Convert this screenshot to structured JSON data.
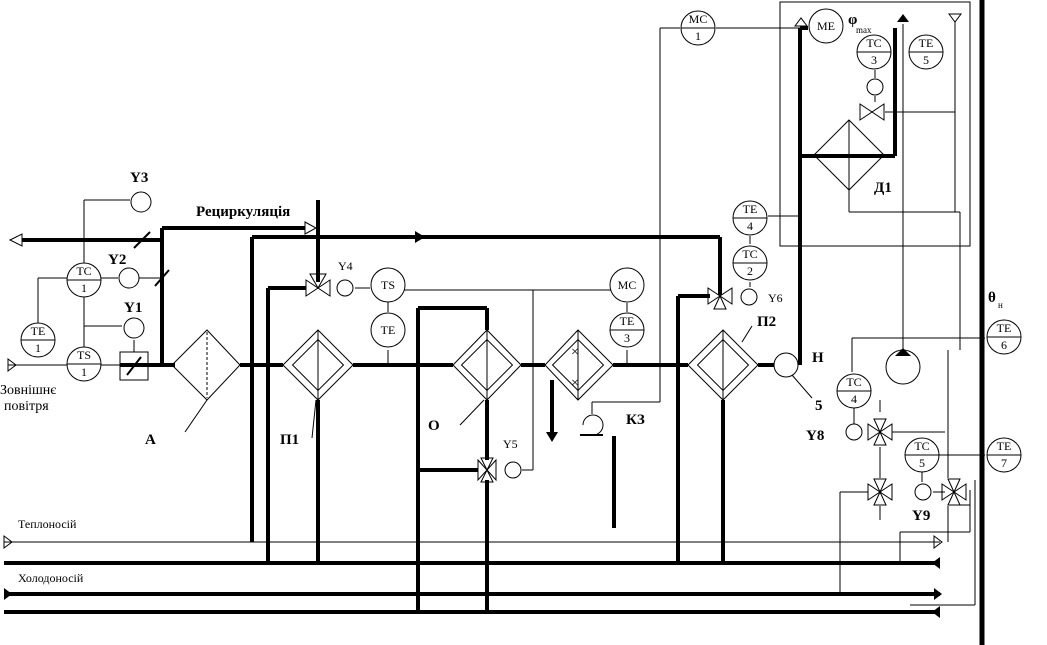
{
  "labels": {
    "recirculation": "Рециркуляція",
    "outdoor_air_1": "Зовнішнє",
    "outdoor_air_2": "повітря",
    "heat_carrier": "Теплоносій",
    "cold_carrier": "Холодоносій",
    "theta_main": "θ",
    "theta_sub": "н",
    "phi_main": "φ",
    "phi_sub": "max"
  },
  "units": {
    "A": "А",
    "P1": "П1",
    "P2": "П2",
    "O": "О",
    "KZ": "КЗ",
    "D1": "Д1",
    "H": "Н",
    "num5": "5"
  },
  "actuators": {
    "Y1": "Y1",
    "Y2": "Y2",
    "Y3": "Y3",
    "Y4": "Y4",
    "Y5": "Y5",
    "Y6": "Y6",
    "Y8": "Y8",
    "Y9": "Y9"
  },
  "instruments": {
    "te1": {
      "a": "TE",
      "b": "1"
    },
    "tc1": {
      "a": "TC",
      "b": "1"
    },
    "ts1": {
      "a": "TS",
      "b": "1"
    },
    "ts_p1": {
      "a": "TS",
      "b": ""
    },
    "te_p1": {
      "a": "TE",
      "b": ""
    },
    "mc_mid": {
      "a": "MC",
      "b": ""
    },
    "te3": {
      "a": "TE",
      "b": "3"
    },
    "te4": {
      "a": "TE",
      "b": "4"
    },
    "tc2": {
      "a": "TC",
      "b": "2"
    },
    "mc1": {
      "a": "MC",
      "b": "1"
    },
    "me": {
      "a": "ME",
      "b": ""
    },
    "tc3": {
      "a": "TC",
      "b": "3"
    },
    "te5": {
      "a": "TE",
      "b": "5"
    },
    "te6": {
      "a": "TE",
      "b": "6"
    },
    "tc4": {
      "a": "TC",
      "b": "4"
    },
    "tc5": {
      "a": "TC",
      "b": "5"
    },
    "te7": {
      "a": "TE",
      "b": "7"
    }
  }
}
